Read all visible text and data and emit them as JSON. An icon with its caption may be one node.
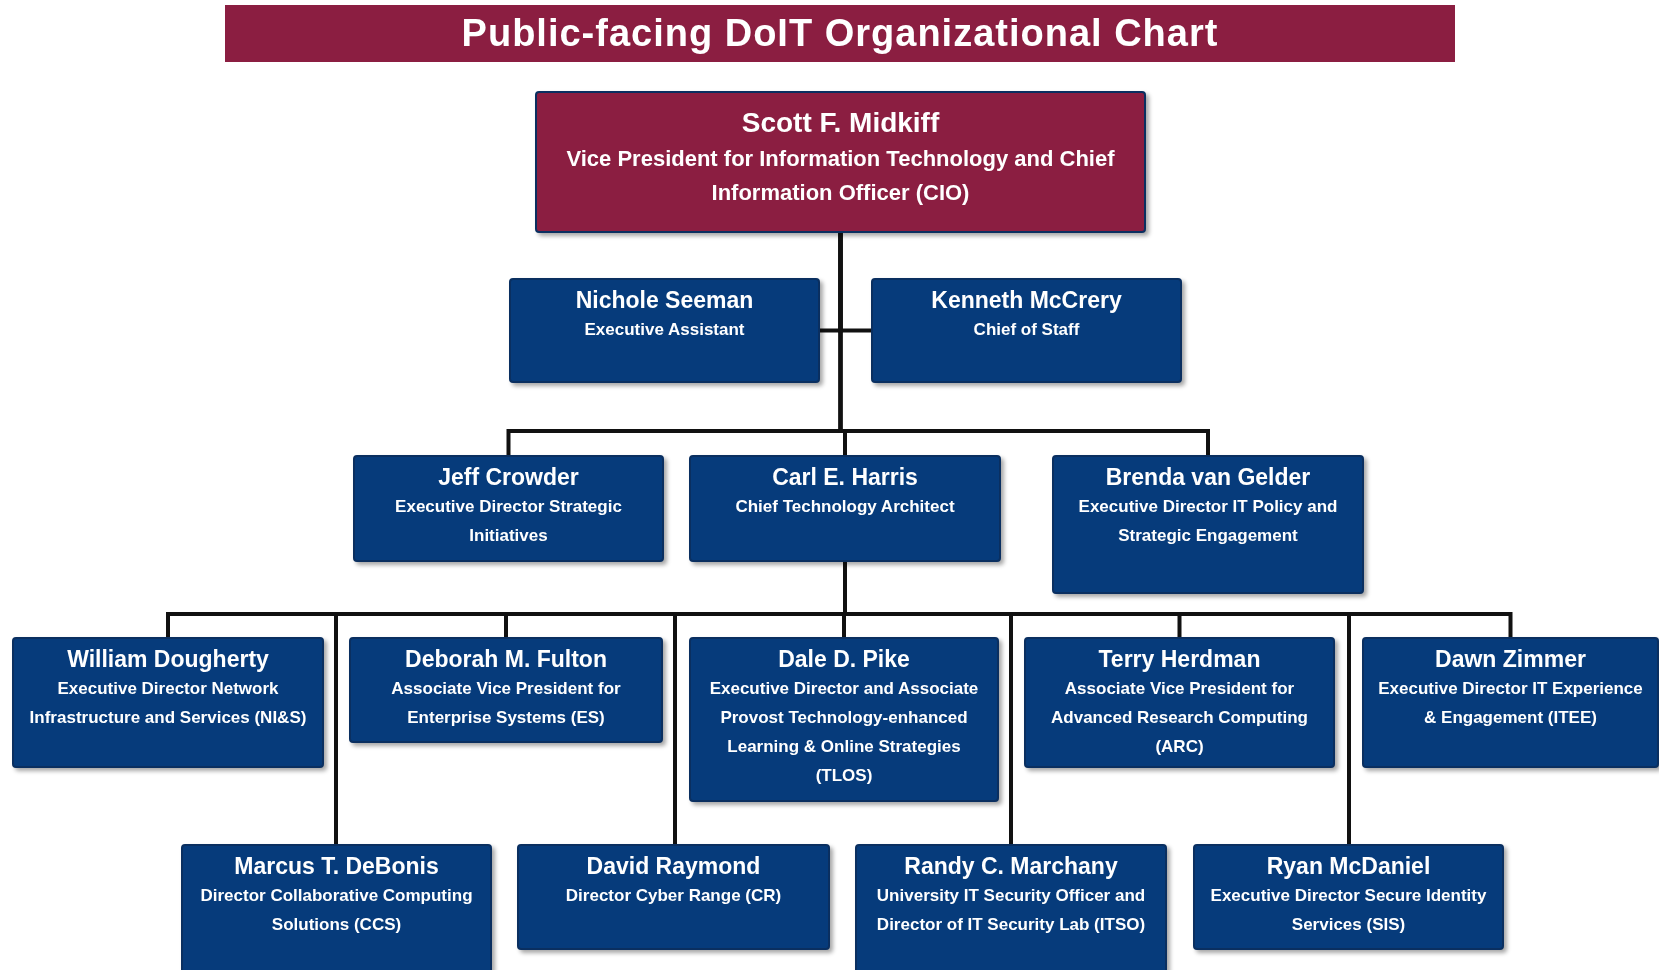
{
  "diagram": {
    "title": "Public-facing DoIT Organizational Chart",
    "nodes": [
      {
        "text": [
          "Scott F. Midkiff",
          "Vice President for Information Technology and Chief Information Officer (CIO)"
        ]
      },
      {
        "text": [
          "Nichole Seeman",
          "Executive Assistant"
        ]
      },
      {
        "text": [
          "Kenneth McCrery",
          "Chief of Staff"
        ]
      },
      {
        "text": [
          "Jeff Crowder",
          "Executive Director Strategic Initiatives"
        ]
      },
      {
        "text": [
          "Carl E. Harris",
          "Chief Technology Architect"
        ]
      },
      {
        "text": [
          "Brenda van Gelder",
          "Executive Director IT Policy and Strategic Engagement"
        ]
      },
      {
        "text": [
          "William Dougherty",
          "Executive Director Network Infrastructure and Services (NI&S)"
        ]
      },
      {
        "text": [
          "Deborah M. Fulton",
          "Associate Vice President for Enterprise Systems (ES)"
        ]
      },
      {
        "text": [
          "Dale D. Pike",
          "Executive Director and Associate Provost Technology-enhanced Learning & Online Strategies (TLOS)"
        ]
      },
      {
        "text": [
          "Terry Herdman",
          "Associate Vice President for Advanced Research Computing (ARC)"
        ]
      },
      {
        "text": [
          "Dawn Zimmer",
          "Executive Director IT Experience & Engagement (ITEE)"
        ]
      },
      {
        "text": [
          "Marcus T. DeBonis",
          "Director Collaborative Computing Solutions (CCS)"
        ]
      },
      {
        "text": [
          "David Raymond",
          "Director Cyber Range (CR)"
        ]
      },
      {
        "text": [
          "Randy C. Marchany",
          "University IT Security Officer and Director of IT Security Lab (ITSO)"
        ]
      },
      {
        "text": [
          "Ryan McDaniel",
          "Executive Director Secure Identity Services (SIS)"
        ]
      }
    ],
    "edges": [
      {
        "from": 0,
        "to": 1,
        "arrow": "none"
      },
      {
        "from": 0,
        "to": 2,
        "arrow": "none"
      },
      {
        "from": 0,
        "to": 3,
        "arrow": "none"
      },
      {
        "from": 0,
        "to": 4,
        "arrow": "none"
      },
      {
        "from": 0,
        "to": 5,
        "arrow": "none"
      },
      {
        "from": 4,
        "to": 6,
        "arrow": "none"
      },
      {
        "from": 4,
        "to": 7,
        "arrow": "none"
      },
      {
        "from": 4,
        "to": 8,
        "arrow": "none"
      },
      {
        "from": 4,
        "to": 9,
        "arrow": "none"
      },
      {
        "from": 4,
        "to": 10,
        "arrow": "none"
      },
      {
        "from": 4,
        "to": 11,
        "arrow": "none"
      },
      {
        "from": 4,
        "to": 12,
        "arrow": "none"
      },
      {
        "from": 4,
        "to": 13,
        "arrow": "none"
      },
      {
        "from": 4,
        "to": 14,
        "arrow": "none"
      }
    ]
  }
}
